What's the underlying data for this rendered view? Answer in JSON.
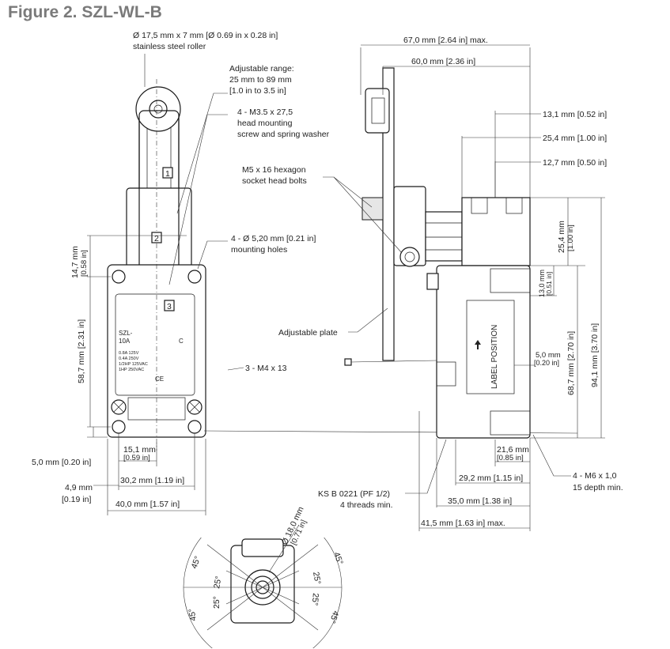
{
  "title": "Figure 2. SZL-WL-B",
  "left_view": {
    "roller_note_1": "Ø 17,5 mm x 7 mm [Ø 0.69 in x 0.28 in]",
    "roller_note_2": "stainless steel roller",
    "adj_range_1": "Adjustable range:",
    "adj_range_2": "25 mm to 89 mm",
    "adj_range_3": "[1.0 in to 3.5 in]",
    "screw_1": "4 - M3.5 x 27,5",
    "screw_2": "head mounting",
    "screw_3": "screw and spring washer",
    "holes_1": "4 - Ø 5,20 mm [0.21 in]",
    "holes_2": "mounting holes",
    "m4": "3 - M4 x 13",
    "dim_14_7": "14,7 mm",
    "dim_14_7_in": "[0.58 in]",
    "dim_58_7": "58,7 mm [2.31 in]",
    "dim_5_0": "5,0 mm [0.20 in]",
    "dim_4_9": "4,9 mm",
    "dim_4_9_in": "[0.19 in]",
    "dim_15_1": "15,1 mm",
    "dim_15_1_in": "[0.59 in]",
    "dim_30_2": "30,2 mm [1.19 in]",
    "dim_40_0": "40,0 mm [1.57 in]",
    "marker_1": "1",
    "marker_2": "2",
    "marker_3": "3",
    "label_lines": [
      "SZL-",
      "10A",
      "0.8A 125V",
      "0.4A 250V",
      "1/2HP 125VAC",
      "1HP 250VAC"
    ],
    "label_c": "C",
    "label_ce": "CE"
  },
  "right_view": {
    "dim_67_0": "67,0 mm [2.64 in] max.",
    "dim_60_0": "60,0 mm [2.36 in]",
    "dim_13_1": "13,1 mm [0.52 in]",
    "dim_25_4a": "25,4 mm [1.00 in]",
    "dim_12_7": "12,7 mm [0.50 in]",
    "bolts_1": "M5 x 16 hexagon",
    "bolts_2": "socket head bolts",
    "adj_plate": "Adjustable plate",
    "dim_25_4v": "25,4 mm",
    "dim_25_4v_in": "[1.00 in]",
    "dim_13_0": "13,0 mm",
    "dim_13_0_in": "[0.51 in]",
    "dim_68_7": "68,7 mm [2.70 in]",
    "dim_94_1": "94,1 mm [3.70 in]",
    "dim_5_0": "5,0 mm",
    "dim_5_0_in": "[0.20 in]",
    "label_position": "LABEL POSITION",
    "dim_21_6": "21,6 mm",
    "dim_21_6_in": "[0.85 in]",
    "dim_29_2": "29,2 mm [1.15 in]",
    "dim_35_0": "35,0 mm [1.38 in]",
    "dim_41_5": "41,5 mm [1.63 in] max.",
    "ks_1": "KS B 0221 (PF 1/2)",
    "ks_2": "4 threads min.",
    "m6_1": "4 - M6 x 1,0",
    "m6_2": "15 depth min."
  },
  "bottom_view": {
    "dia_18": "Ø 18,0 mm",
    "dia_18_in": "[0.71 in]",
    "a45": "45°",
    "a25": "25°"
  }
}
